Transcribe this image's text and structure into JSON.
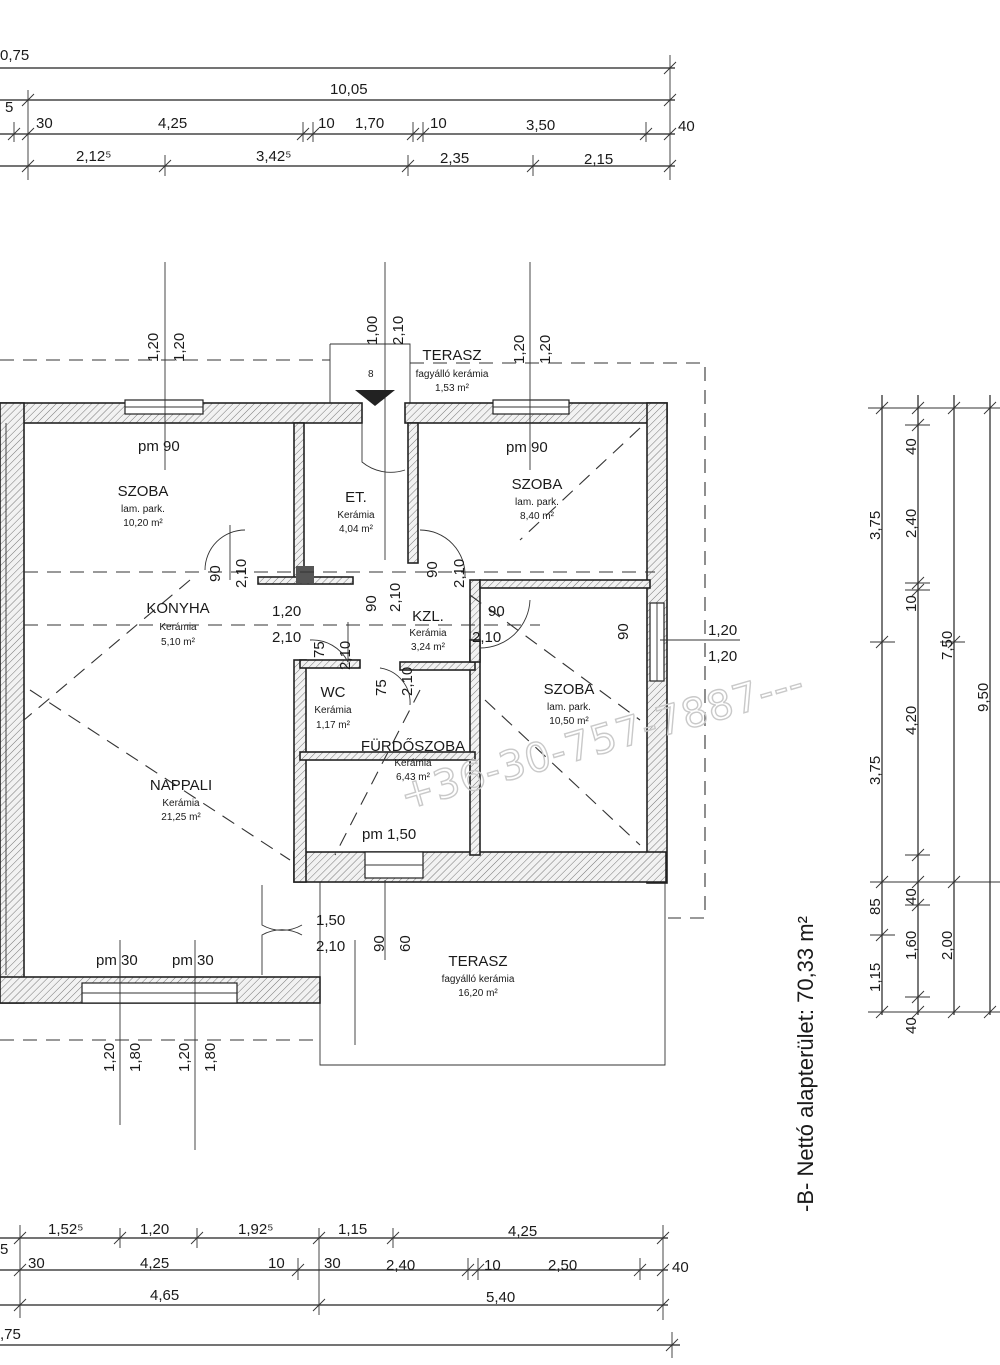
{
  "dims_top": {
    "r1": [
      "0,75"
    ],
    "r2": [
      "10,05"
    ],
    "r3": [
      "5",
      "30",
      "4,25",
      "10",
      "1,70",
      "10",
      "3,50",
      "40"
    ],
    "r4": [
      "2,12⁵",
      "3,42⁵",
      "2,35",
      "2,15"
    ]
  },
  "dims_bottom": {
    "r1": [
      "1,52⁵",
      "1,20",
      "1,92⁵",
      "1,15",
      "4,25"
    ],
    "r2": [
      "5",
      "30",
      "4,25",
      "10",
      "30",
      "2,40",
      "10",
      "2,50",
      "40"
    ],
    "r3": [
      "4,65",
      "5,40"
    ],
    "r4": [
      ",75"
    ]
  },
  "dims_right": {
    "c1": [
      "3,75",
      "3,75",
      "85",
      "1,15"
    ],
    "c2": [
      "40",
      "2,40",
      "10",
      "4,20",
      "40",
      "1,60",
      "40"
    ],
    "c3": [
      "7,50",
      "2,00"
    ],
    "c4": [
      "9,50"
    ]
  },
  "openings": {
    "top_left": [
      "1,20",
      "1,20"
    ],
    "top_mid": [
      "1,00",
      "2,10"
    ],
    "top_right": [
      "1,20",
      "1,20"
    ],
    "right": [
      "1,20",
      "1,20"
    ],
    "bottom_a": [
      "1,20",
      "1,80"
    ],
    "bottom_b": [
      "1,20",
      "1,80"
    ],
    "misc": [
      "pm 90",
      "pm 90",
      "pm 30",
      "pm 30",
      "pm 1,50",
      "90",
      "2,10",
      "90",
      "2,10",
      "1,20",
      "2,10",
      "90",
      "2,10",
      "90",
      "2,10",
      "75",
      "2,10",
      "75",
      "2,10",
      "1,50",
      "2,10",
      "90",
      "60",
      "90",
      "8"
    ]
  },
  "rooms": [
    {
      "name": "SZOBA",
      "finish": "lam. park.",
      "area": "10,20 m²"
    },
    {
      "name": "ET.",
      "finish": "Kerámia",
      "area": "4,04 m²"
    },
    {
      "name": "SZOBA",
      "finish": "lam. park.",
      "area": "8,40 m²"
    },
    {
      "name": "KONYHA",
      "finish": "Kerámia",
      "area": "5,10 m²"
    },
    {
      "name": "KZL.",
      "finish": "Kerámia",
      "area": "3,24 m²"
    },
    {
      "name": "WC",
      "finish": "Kerámia",
      "area": "1,17 m²"
    },
    {
      "name": "FÜRDŐSZOBA",
      "finish": "Kerámia",
      "area": "6,43 m²"
    },
    {
      "name": "SZOBA",
      "finish": "lam. park.",
      "area": "10,50 m²"
    },
    {
      "name": "NAPPALI",
      "finish": "Kerámia",
      "area": "21,25 m²"
    }
  ],
  "terraces": [
    {
      "name": "TERASZ",
      "finish": "fagyálló kerámia",
      "area": "1,53 m²"
    },
    {
      "name": "TERASZ",
      "finish": "fagyálló kerámia",
      "area": "16,20 m²"
    }
  ],
  "net_area_label": "-B-  Nettó alapterület: 70,33 m²",
  "watermark": "+36-30-757-7887---"
}
